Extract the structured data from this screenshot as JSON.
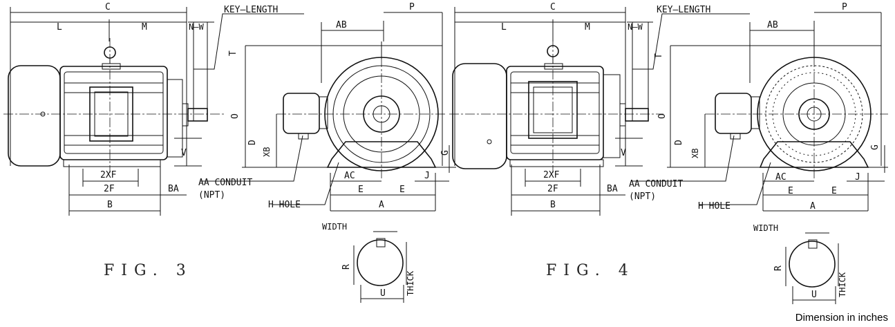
{
  "figures": [
    {
      "caption": "FIG. 3",
      "labels": {
        "c": "C",
        "l": "L",
        "m": "M",
        "nw": "N—W",
        "key_length": "KEY—LENGTH",
        "p": "P",
        "ab": "AB",
        "t": "T",
        "o": "O",
        "d": "D",
        "xb": "XB",
        "v": "V",
        "g": "G",
        "j": "J",
        "two_xf": "2XF",
        "two_f": "2F",
        "b": "B",
        "ba": "BA",
        "aa_conduit": "AA CONDUIT",
        "npt": "(NPT)",
        "h_hole": "H HOLE",
        "ac": "AC",
        "e1": "E",
        "e2": "E",
        "a": "A",
        "width": "WIDTH",
        "r": "R",
        "u": "U",
        "thick": "THICK"
      }
    },
    {
      "caption": "FIG. 4",
      "labels": {
        "c": "C",
        "l": "L",
        "m": "M",
        "nw": "N—W",
        "key_length": "KEY—LENGTH",
        "p": "P",
        "ab": "AB",
        "t": "T",
        "o": "O",
        "d": "D",
        "xb": "XB",
        "v": "V",
        "g": "G",
        "j": "J",
        "two_xf": "2XF",
        "two_f": "2F",
        "b": "B",
        "ba": "BA",
        "aa_conduit": "AA CONDUIT",
        "npt": "(NPT)",
        "h_hole": "H HOLE",
        "ac": "AC",
        "e1": "E",
        "e2": "E",
        "a": "A",
        "width": "WIDTH",
        "r": "R",
        "u": "U",
        "thick": "THICK"
      }
    }
  ],
  "note": "Dimension in inches"
}
